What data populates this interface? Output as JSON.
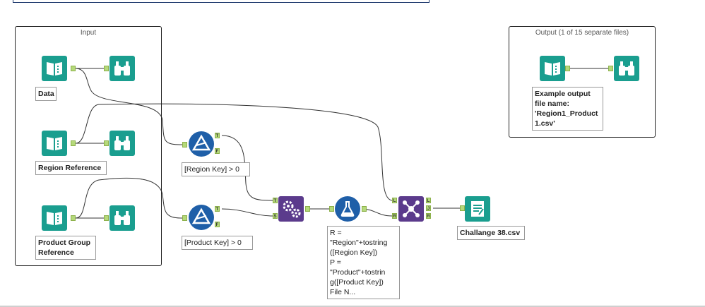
{
  "containers": {
    "input_title": "Input",
    "output_title": "Output (1 of 15 separate files)"
  },
  "labels": {
    "data": "Data",
    "region_reference": "Region Reference",
    "product_group_reference": "Product Group\nReference",
    "filter_region": "[Region Key] > 0",
    "filter_product": "[Product Key] > 0",
    "formula": "R =\n\"Region\"+tostring\n([Region Key])\nP =\n\"Product\"+tostrin\ng([Product Key])\nFile N...",
    "output_file": "Challange 38.csv",
    "example_output": "Example output\nfile name:\n'Region1_Product\n1.csv'"
  },
  "anchors": {
    "true": "T",
    "false": "F",
    "left": "L",
    "join": "J",
    "right": "R",
    "source": "S"
  },
  "colors": {
    "input_tool": "#1a9e8f",
    "browse_tool": "#1a9e8f",
    "filter_tool": "#1f5fa8",
    "append_tool": "#5b3b8c",
    "formula_tool": "#1f5fa8",
    "join_tool": "#5b3b8c",
    "output_tool": "#1a9e8f",
    "anchor": "#b5d97a"
  },
  "icons": {
    "input": "book-icon",
    "browse": "binoculars-icon",
    "filter": "filter-triangle-icon",
    "append": "gears-icon",
    "formula": "flask-icon",
    "join": "join-nodes-icon",
    "output": "document-icon"
  }
}
